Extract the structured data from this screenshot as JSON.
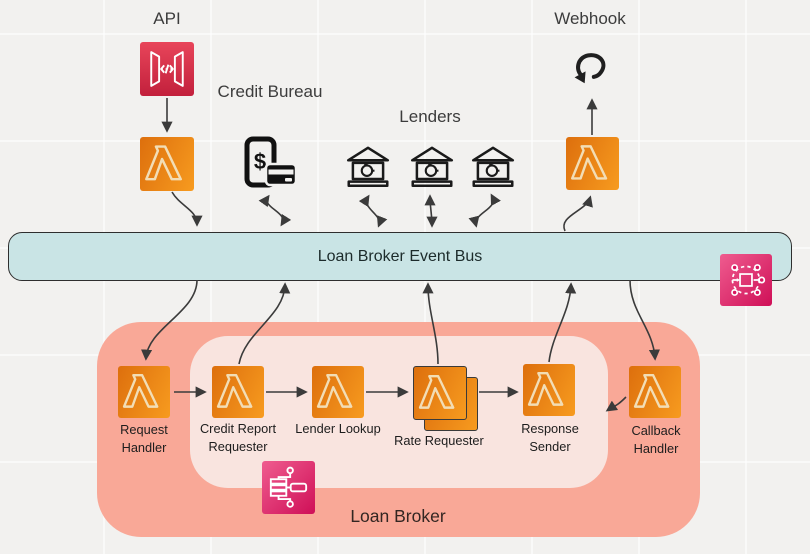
{
  "sections": {
    "api": {
      "label": "API"
    },
    "credit_bureau": {
      "label": "Credit Bureau"
    },
    "lenders": {
      "label": "Lenders",
      "bank_count": 3
    },
    "webhook": {
      "label": "Webhook"
    }
  },
  "event_bus": {
    "label": "Loan Broker Event Bus"
  },
  "loan_broker": {
    "label": "Loan Broker",
    "functions": [
      {
        "id": "request-handler",
        "label": "Request Handler"
      },
      {
        "id": "credit-report-requester",
        "label": "Credit Report Requester"
      },
      {
        "id": "lender-lookup",
        "label": "Lender Lookup"
      },
      {
        "id": "rate-requester",
        "label": "Rate Requester",
        "stacked": true
      },
      {
        "id": "response-sender",
        "label": "Response Sender"
      },
      {
        "id": "callback-handler",
        "label": "Callback Handler"
      }
    ]
  },
  "icons": {
    "api_gateway": "api-gateway-icon",
    "lambda": "lambda-icon",
    "credit_bureau": "mobile-payment-icon",
    "lender": "bank-icon",
    "webhook": "webhook-arrow-icon",
    "event_bus": "eventbridge-icon",
    "orchestrator": "step-functions-icon",
    "dollar_glyph": "$"
  },
  "colors": {
    "canvas_bg": "#f2f1ef",
    "event_bus_fill": "#c9e4e5",
    "loan_broker_fill": "#f9a897",
    "loan_broker_inner_fill": "#f9e4df",
    "lambda_gradient_start": "#dd6f0d",
    "lambda_gradient_end": "#f79b1f",
    "api_gateway_gradient_start": "#e8455a",
    "api_gateway_gradient_end": "#c2203c",
    "pink_gradient_start": "#ef5c8f",
    "pink_gradient_end": "#cf0f57",
    "arrow": "#3b3b3b"
  }
}
